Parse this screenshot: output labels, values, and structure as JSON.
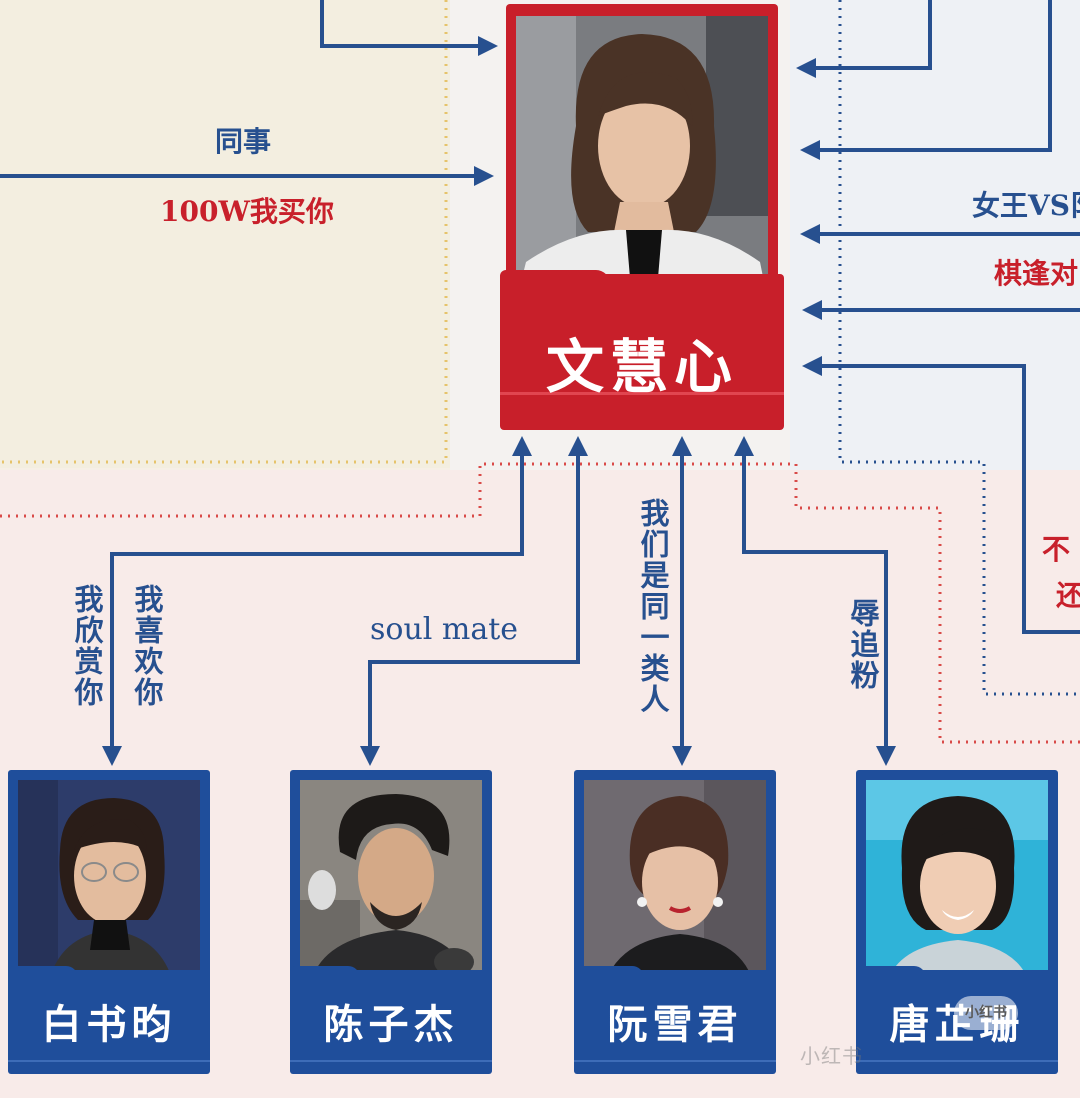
{
  "central": {
    "name": "文慧心",
    "icon": "portrait-woman-short-hair"
  },
  "labels": {
    "tongshi": "同事",
    "buy": "100W我买你",
    "nvwang": "女王VS阝",
    "qifeng": "棋逢对",
    "bu": "不",
    "hai": "还",
    "admire": "我欣赏你",
    "like": "我喜欢你",
    "soulmate": "soul mate",
    "samekind": "我们是同一类人",
    "fan": "辱追粉"
  },
  "cards": [
    {
      "name": "白书昀",
      "icon": "portrait-woman-glasses"
    },
    {
      "name": "陈子杰",
      "icon": "portrait-man-curly-hair"
    },
    {
      "name": "阮雪君",
      "icon": "portrait-woman-older"
    },
    {
      "name": "唐芷珊",
      "icon": "portrait-woman-smiling"
    }
  ],
  "watermark": {
    "text": "小红书",
    "badge": "小红书"
  },
  "colors": {
    "blue": "#27508f",
    "red": "#c81f2a",
    "card_blue": "#1f4e9b"
  }
}
